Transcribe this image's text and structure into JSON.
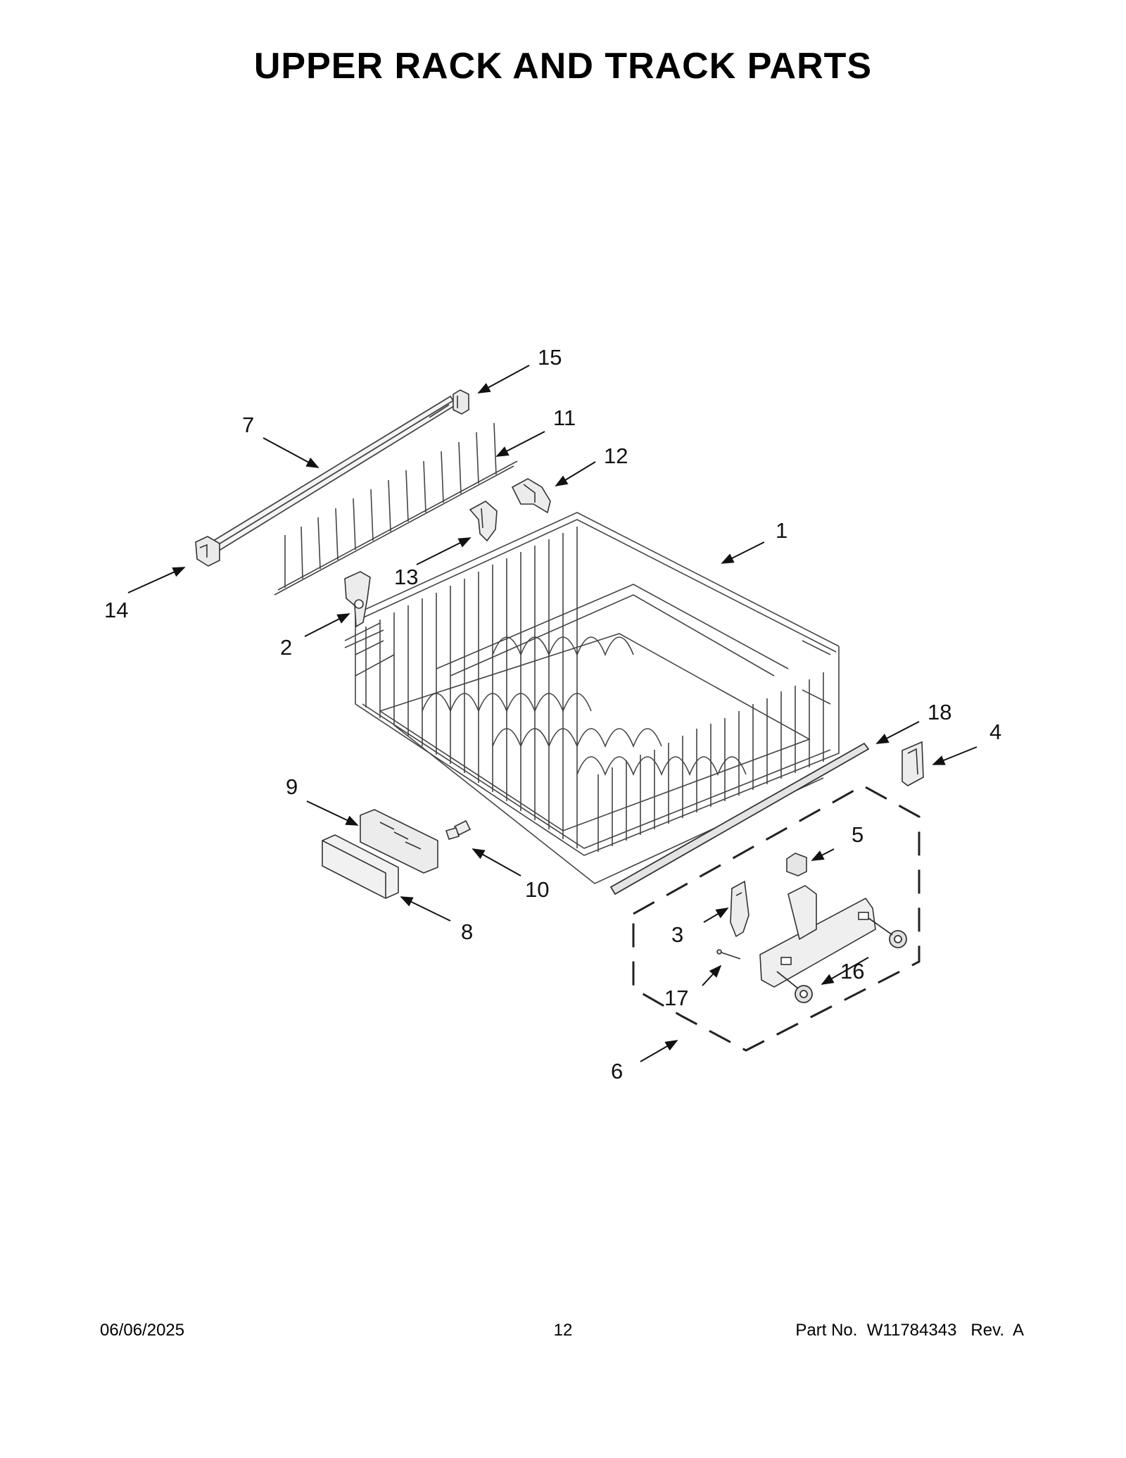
{
  "page": {
    "title": "UPPER RACK AND TRACK PARTS"
  },
  "callouts": [
    {
      "id": "c1",
      "label": "1"
    },
    {
      "id": "c2",
      "label": "2"
    },
    {
      "id": "c3",
      "label": "3"
    },
    {
      "id": "c4",
      "label": "4"
    },
    {
      "id": "c5",
      "label": "5"
    },
    {
      "id": "c6",
      "label": "6"
    },
    {
      "id": "c7",
      "label": "7"
    },
    {
      "id": "c8",
      "label": "8"
    },
    {
      "id": "c9",
      "label": "9"
    },
    {
      "id": "c10",
      "label": "10"
    },
    {
      "id": "c11",
      "label": "11"
    },
    {
      "id": "c12",
      "label": "12"
    },
    {
      "id": "c13",
      "label": "13"
    },
    {
      "id": "c14",
      "label": "14"
    },
    {
      "id": "c15",
      "label": "15"
    },
    {
      "id": "c16",
      "label": "16"
    },
    {
      "id": "c17",
      "label": "17"
    },
    {
      "id": "c18",
      "label": "18"
    }
  ],
  "footer": {
    "date": "06/06/2025",
    "page_number": "12",
    "part_info": "Part No.  W11784343   Rev.  A"
  }
}
